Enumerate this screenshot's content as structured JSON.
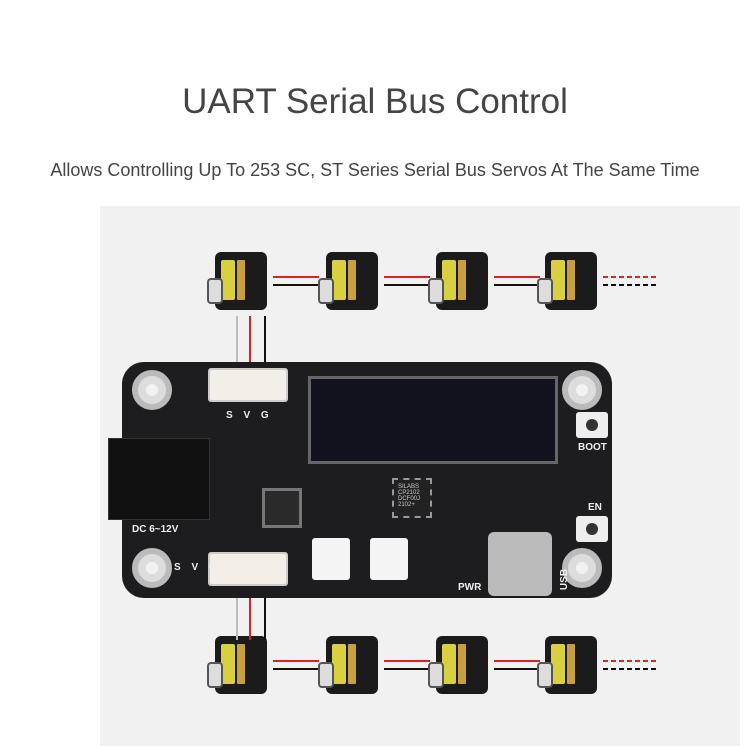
{
  "header": {
    "title": "UART Serial Bus Control",
    "subtitle": "Allows Controlling Up To 253 SC, ST Series Serial Bus Servos At The Same Time"
  },
  "board": {
    "connector_top_label": "S V G",
    "connector_bottom_label": "S V G",
    "dc_label": "DC 6~12V",
    "boot_label": "BOOT",
    "en_label": "EN",
    "pwr_label": "PWR",
    "usb_label": "USB",
    "chip_text": "SILABS CP2102 DCF00J 2102+"
  },
  "colors": {
    "servo_body": "#1b1b1b",
    "board": "#1d1d1f",
    "cable_red": "#e02020",
    "cable_black": "#111111"
  }
}
